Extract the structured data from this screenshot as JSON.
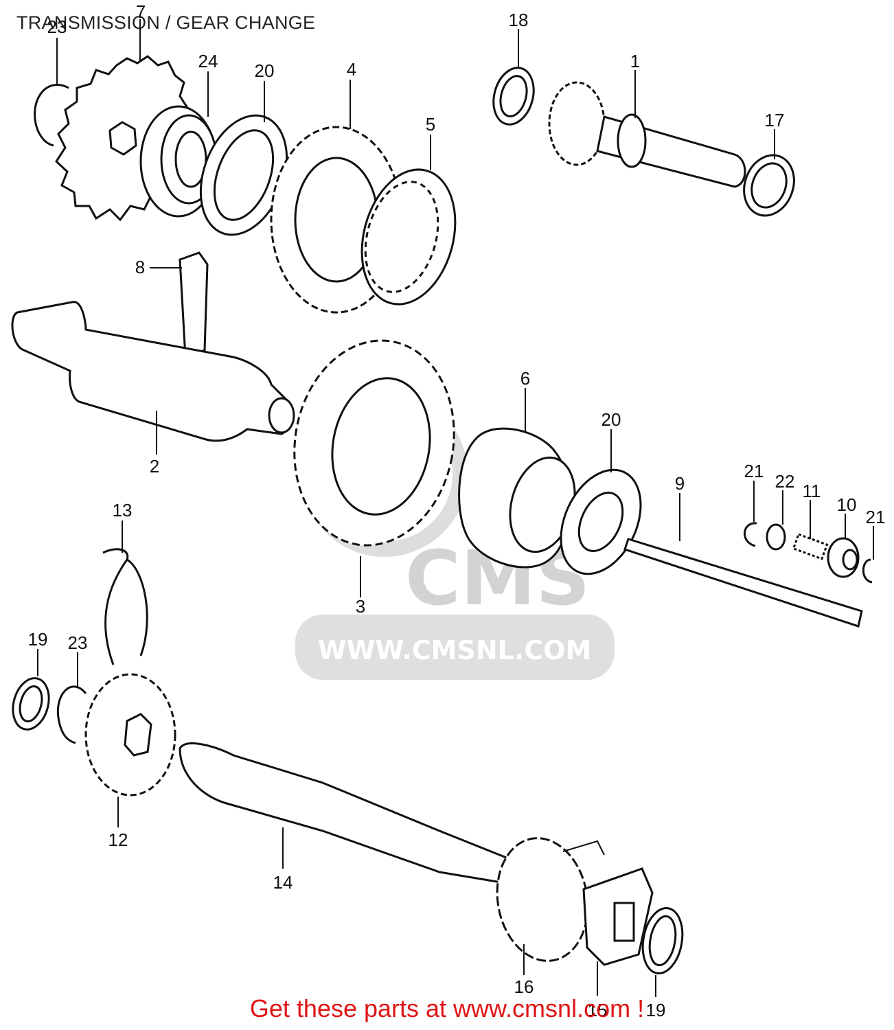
{
  "title": "TRANSMISSION / GEAR CHANGE",
  "footer_text": "Get these parts at www.cmsnl.com !",
  "watermark": {
    "logo_text": "CMS",
    "url_text": "WWW.CMSNL.COM"
  },
  "callouts": [
    "23",
    "7",
    "24",
    "20",
    "4",
    "5",
    "18",
    "1",
    "17",
    "8",
    "2",
    "6",
    "20",
    "9",
    "21",
    "22",
    "11",
    "10",
    "21",
    "3",
    "13",
    "19",
    "23",
    "12",
    "14",
    "16",
    "15",
    "19"
  ],
  "colors": {
    "footer": "#e01515",
    "lines": "#111111",
    "watermark": "#cfcfcf"
  }
}
